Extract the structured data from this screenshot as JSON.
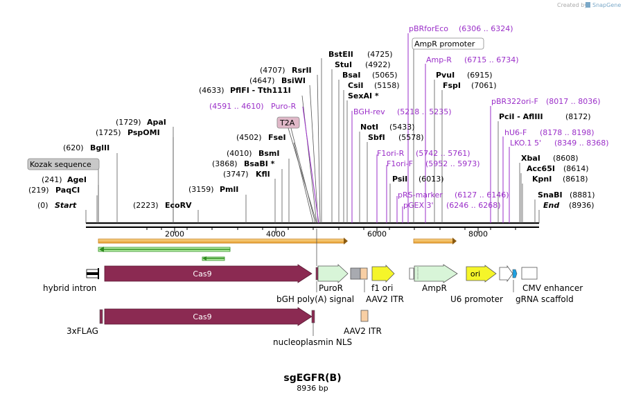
{
  "watermark": {
    "created_by": "Created by",
    "brand": "SnapGene"
  },
  "map": {
    "title": "sgEGFR(B)",
    "length_label": "8936 bp",
    "total_bp": 8936,
    "ticks": [
      {
        "value": 2000,
        "label": "2000"
      },
      {
        "value": 4000,
        "label": "4000"
      },
      {
        "value": 6000,
        "label": "6000"
      },
      {
        "value": 8000,
        "label": "8000"
      }
    ]
  },
  "colors": {
    "enzyme_text": "#000000",
    "primer_text": "#9a2ec8",
    "primer_line": "#9a2ec8",
    "cas9": "#8b2a52",
    "puror": "#d8f5d8",
    "f1ori": "#f5f52a",
    "ori": "#f5f52a",
    "aav2_itr": "#f8cfa4",
    "bgh": "#a8aab0",
    "orf_fill": "#f6c060",
    "orf_edge": "#e8a020",
    "orf_green": "#2e8b1e",
    "cmv": "#ffffff",
    "grna": "#20a0e0",
    "t2a_bg": "#e0b8c8",
    "kozak_bg": "#c8c8c8"
  },
  "sites": [
    {
      "pos_label": "(0)",
      "name": "Start",
      "italic": true
    },
    {
      "pos_label": "(219)",
      "name": "PaqCI"
    },
    {
      "pos_label": "(241)",
      "name": "AgeI"
    },
    {
      "pos_label": "(620)",
      "name": "BglII"
    },
    {
      "pos_label": "(1725)",
      "name": "PspOMI"
    },
    {
      "pos_label": "(1729)",
      "name": "ApaI"
    },
    {
      "pos_label": "(2223)",
      "name": "EcoRV"
    },
    {
      "pos_label": "(3159)",
      "name": "PmlI"
    },
    {
      "pos_label": "(3747)",
      "name": "KflI"
    },
    {
      "pos_label": "(3868)",
      "name": "BsaBI *"
    },
    {
      "pos_label": "(4010)",
      "name": "BsmI"
    },
    {
      "pos_label": "(4502)",
      "name": "FseI"
    },
    {
      "pos_label": "(4633)",
      "name": "PflFI  -  Tth111I"
    },
    {
      "pos_label": "(4647)",
      "name": "BsiWI"
    },
    {
      "pos_label": "(4707)",
      "name": "RsrII"
    },
    {
      "pos_label": "(4725)",
      "name": "BstEII",
      "pos_after": true
    },
    {
      "pos_label": "(4922)",
      "name": "StuI",
      "pos_after": true
    },
    {
      "pos_label": "(5065)",
      "name": "BsaI",
      "pos_after": true
    },
    {
      "pos_label": "(5158)",
      "name": "CsiI",
      "pos_after": true
    },
    {
      "pos_label": "",
      "name": "SexAI *",
      "pos_after": true
    },
    {
      "pos_label": "(5433)",
      "name": "NotI",
      "pos_after": true
    },
    {
      "pos_label": "(5578)",
      "name": "SbfI",
      "pos_after": true
    },
    {
      "pos_label": "(6013)",
      "name": "PsiI",
      "pos_after": true
    },
    {
      "pos_label": "(6915)",
      "name": "PvuI",
      "pos_after": true
    },
    {
      "pos_label": "(7061)",
      "name": "FspI",
      "pos_after": true
    },
    {
      "pos_label": "(8172)",
      "name": "PciI  -  AflIII",
      "pos_after": true
    },
    {
      "pos_label": "(8608)",
      "name": "XbaI",
      "pos_after": true
    },
    {
      "pos_label": "(8614)",
      "name": "Acc65I",
      "pos_after": true
    },
    {
      "pos_label": "(8618)",
      "name": "KpnI",
      "pos_after": true
    },
    {
      "pos_label": "(8881)",
      "name": "SnaBI",
      "pos_after": true
    },
    {
      "pos_label": "(8936)",
      "name": "End",
      "italic": true,
      "pos_after": true
    }
  ],
  "primers": [
    {
      "name": "pBRforEco",
      "range": "(6306 .. 6324)"
    },
    {
      "name": "Amp-R",
      "range": "(6715 .. 6734)"
    },
    {
      "name": "Puro-R",
      "range": "(4591 .. 4610)",
      "range_first": true
    },
    {
      "name": "BGH-rev",
      "range": "(5218 .. 5235)"
    },
    {
      "name": "F1ori-R",
      "range": "(5742 .. 5761)"
    },
    {
      "name": "F1ori-F",
      "range": "(5952 .. 5973)"
    },
    {
      "name": "pRS-marker",
      "range": "(6127 .. 6146)"
    },
    {
      "name": "pGEX 3'",
      "range": "(6246 .. 6268)"
    },
    {
      "name": "pBR322ori-F",
      "range": "(8017 .. 8036)"
    },
    {
      "name": "hU6-F",
      "range": "(8178 .. 8198)"
    },
    {
      "name": "LKO.1 5'",
      "range": "(8349 .. 8368)"
    }
  ],
  "boxed_labels": {
    "kozak": "Kozak sequence",
    "t2a": "T2A",
    "ampr_promoter": "AmpR promoter"
  },
  "features": {
    "cas9_top": "Cas9",
    "cas9_bottom": "Cas9",
    "ori": "ori",
    "labels": {
      "hybrid_intron": "hybrid intron",
      "puror": "PuroR",
      "bgh": "bGH poly(A) signal",
      "f1ori": "f1 ori",
      "aav2_itr_top": "AAV2 ITR",
      "ampr": "AmpR",
      "u6": "U6 promoter",
      "grna": "gRNA scaffold",
      "cmv": "CMV enhancer",
      "flag": "3xFLAG",
      "nls": "nucleoplasmin NLS",
      "aav2_itr_bottom": "AAV2 ITR"
    }
  }
}
